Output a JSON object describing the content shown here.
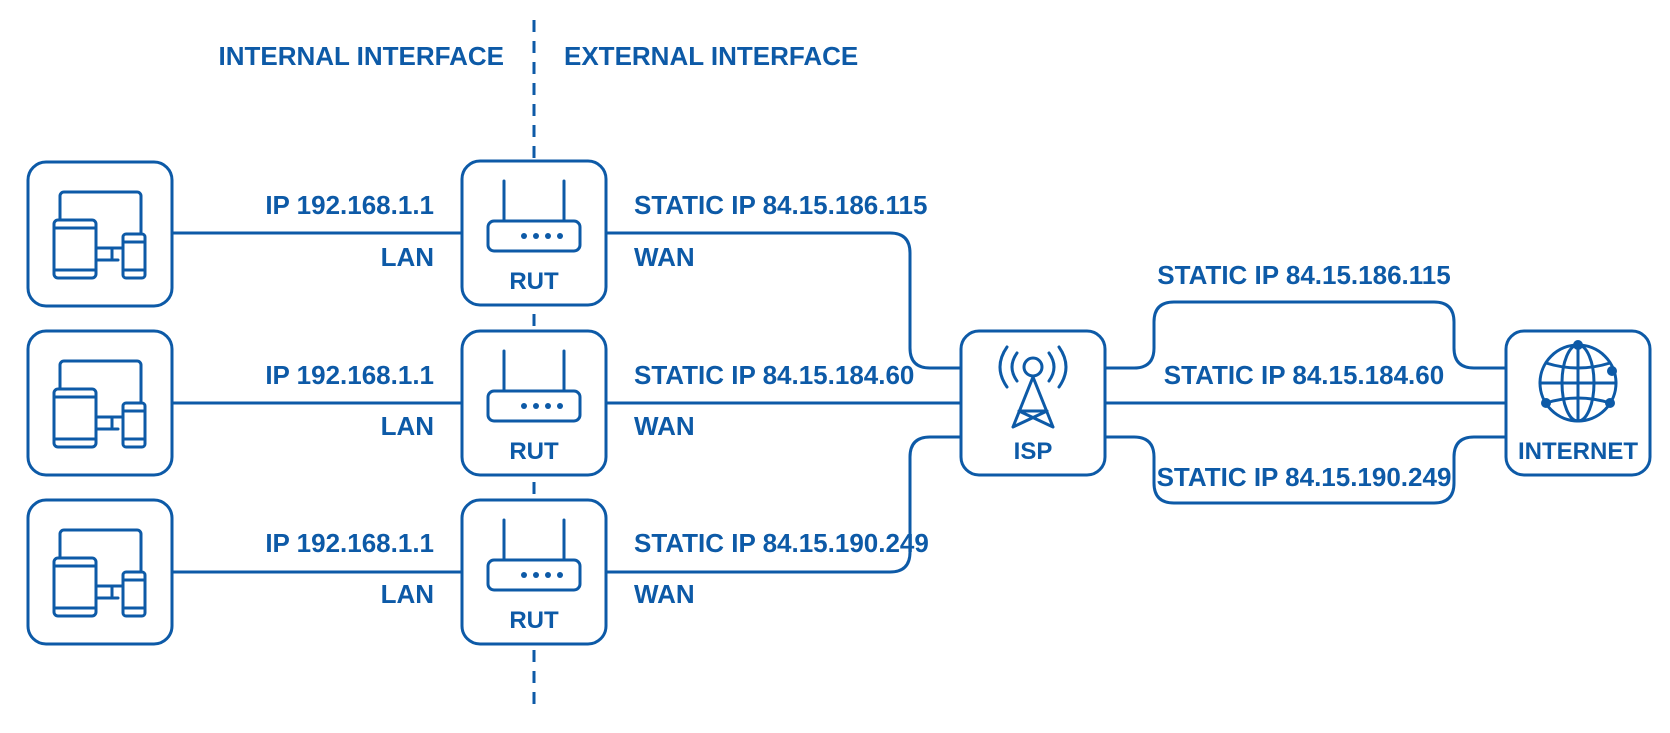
{
  "headers": {
    "internal": "INTERNAL INTERFACE",
    "external": "EXTERNAL INTERFACE"
  },
  "rows": [
    {
      "lan_ip": "IP 192.168.1.1",
      "lan": "LAN",
      "router": "RUT",
      "wan_ip": "STATIC IP 84.15.186.115",
      "wan": "WAN"
    },
    {
      "lan_ip": "IP 192.168.1.1",
      "lan": "LAN",
      "router": "RUT",
      "wan_ip": "STATIC IP 84.15.184.60",
      "wan": "WAN"
    },
    {
      "lan_ip": "IP 192.168.1.1",
      "lan": "LAN",
      "router": "RUT",
      "wan_ip": "STATIC IP 84.15.190.249",
      "wan": "WAN"
    }
  ],
  "isp": {
    "label": "ISP"
  },
  "internet": {
    "label": "INTERNET"
  },
  "isp_links": [
    "STATIC IP 84.15.186.115",
    "STATIC IP 84.15.184.60",
    "STATIC IP 84.15.190.249"
  ],
  "icons": {
    "device": "devices-icon",
    "router": "router-icon",
    "isp": "antenna-tower-icon",
    "internet": "globe-icon"
  },
  "colors": {
    "accent": "#0d5aa7",
    "background": "#ffffff"
  }
}
